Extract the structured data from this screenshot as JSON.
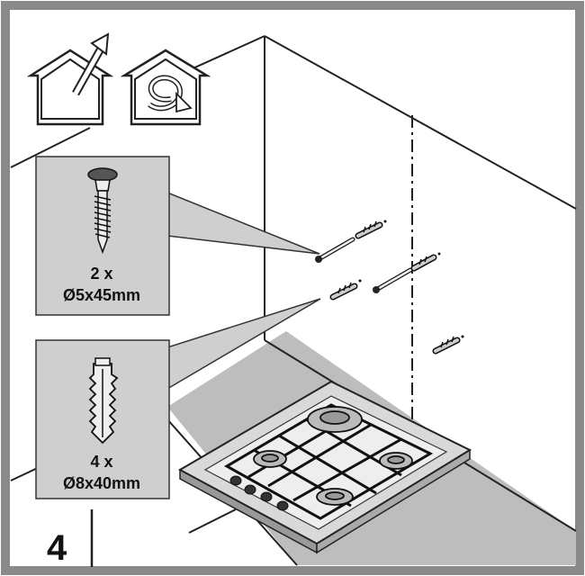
{
  "step": {
    "number": "4"
  },
  "callouts": {
    "screw": {
      "quantity": "2 x",
      "size": "Ø5x45mm"
    },
    "plug": {
      "quantity": "4 x",
      "size": "Ø8x40mm"
    }
  },
  "icons": {
    "ventilation": "house-ventilation-icon",
    "air_circulation": "house-air-circulation-icon"
  },
  "colors": {
    "frame": "#8a8a8a",
    "callout_fill": "#cfcfcf",
    "counter_fill": "#bdbdbd",
    "line": "#1a1a1a"
  }
}
